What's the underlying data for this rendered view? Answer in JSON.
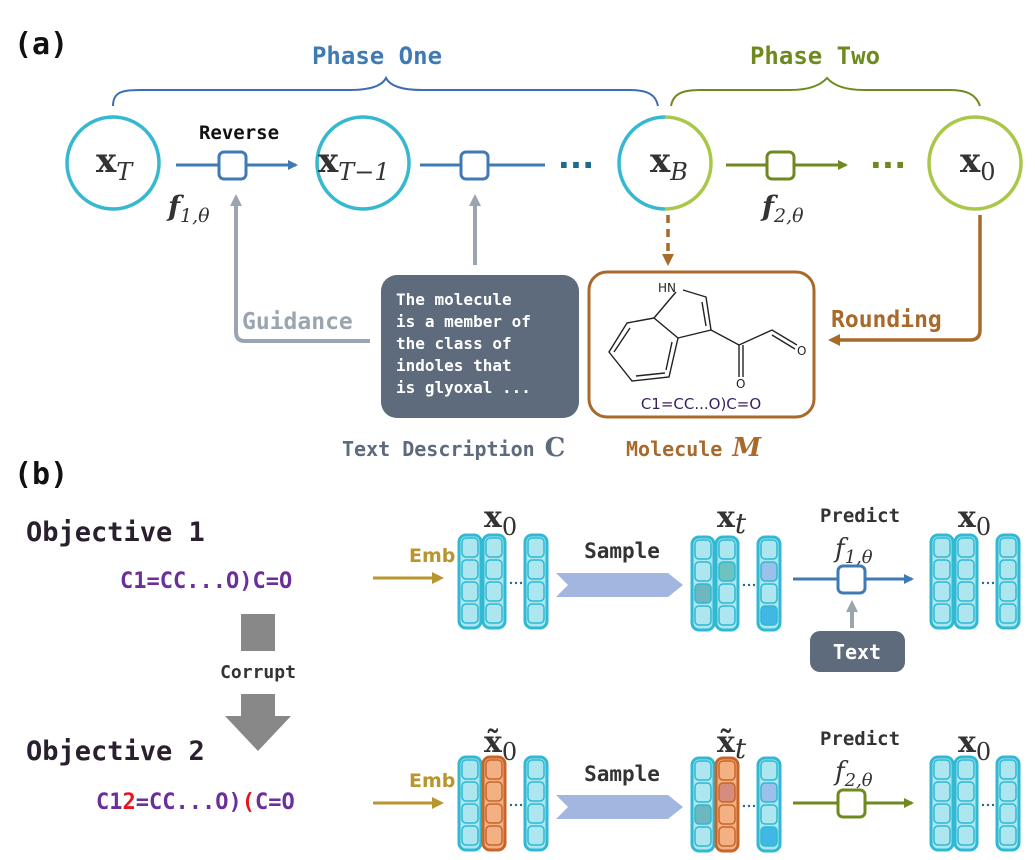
{
  "panel_a": {
    "label": "(a)",
    "phase_one": "Phase One",
    "phase_two": "Phase Two",
    "reverse_label": "Reverse",
    "nodes": {
      "xT": {
        "base": "x",
        "sub": "T"
      },
      "xT1": {
        "base": "x",
        "sub": "T−1"
      },
      "xB": {
        "base": "x",
        "sub": "B"
      },
      "x0": {
        "base": "x",
        "sub": "0"
      }
    },
    "f1": {
      "base": "f",
      "sub": "1,θ"
    },
    "f2": {
      "base": "f",
      "sub": "2,θ"
    },
    "ellipsis": "···",
    "guidance_label": "Guidance",
    "rounding_label": "Rounding",
    "text_box_lines": [
      "The molecule",
      "is a member of",
      "the class of",
      "indoles that",
      "is glyoxal ..."
    ],
    "molecule_smiles": "C1=CC...O)C=O",
    "molecule_atoms": {
      "hn": "HN",
      "o1": "O",
      "o2": "O"
    },
    "caption_text": "Text Description",
    "caption_text_symbol": "C",
    "caption_mol": "Molecule",
    "caption_mol_symbol": "M"
  },
  "panel_b": {
    "label": "(b)",
    "objective1": {
      "title": "Objective 1",
      "smiles": "C1=CC...O)C=O",
      "emb": "Emb",
      "x0": {
        "base": "x",
        "sub": "0"
      },
      "sample": "Sample",
      "xt": {
        "base": "x",
        "sub": "t"
      },
      "predict": "Predict",
      "f": {
        "base": "f",
        "sub": "1,θ"
      },
      "text_button": "Text",
      "out": {
        "base": "x",
        "sub": "0"
      }
    },
    "corrupt": "Corrupt",
    "objective2": {
      "title": "Objective 2",
      "smiles_parts": [
        {
          "t": "C1",
          "err": false
        },
        {
          "t": "2",
          "err": true
        },
        {
          "t": "=CC...O)",
          "err": false
        },
        {
          "t": "(",
          "err": true
        },
        {
          "t": "C=O",
          "err": false
        }
      ],
      "emb": "Emb",
      "x0": {
        "base": "x̃",
        "sub": "0"
      },
      "sample": "Sample",
      "xt": {
        "base": "x̃",
        "sub": "t"
      },
      "predict": "Predict",
      "f": {
        "base": "f",
        "sub": "2,θ"
      },
      "out": {
        "base": "x",
        "sub": "0"
      }
    }
  },
  "colors": {
    "phase_one": "#3f7ab5",
    "phase_two": "#6e8a1e",
    "circle_blue": "#35b8d0",
    "circle_green": "#a9c84a",
    "guidance": "#9aa5b1",
    "rounding": "#a8692a",
    "text_box": "#5d6b7c",
    "smiles": "#6a2f9a",
    "error": "#e8141c",
    "emb": "#b9952e",
    "sample_arrow": "#a3b6e0",
    "corrupt_arrow": "#888888",
    "cell": "#aee6ef",
    "cell_border": "#2fb9d3",
    "cell_orange": "#f3b183",
    "cell_orange_border": "#c7652a"
  }
}
